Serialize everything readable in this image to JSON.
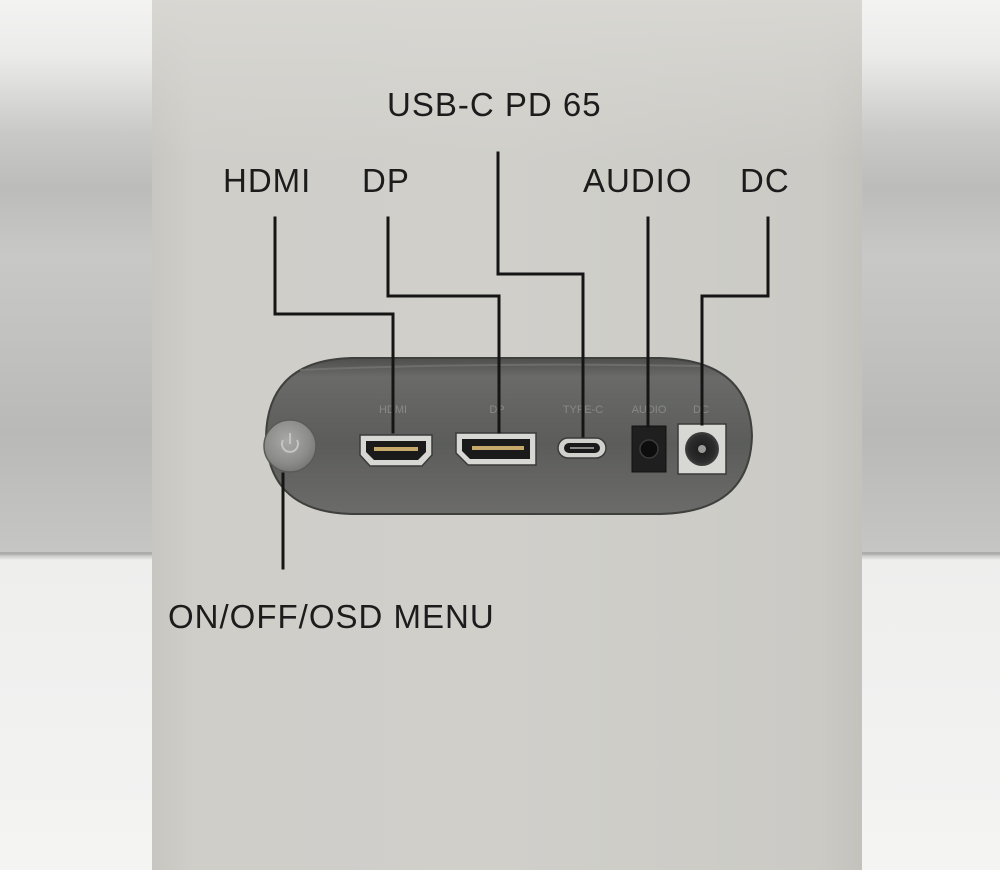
{
  "labels": {
    "usbc": "USB-C PD 65",
    "hdmi": "HDMI",
    "dp": "DP",
    "audio": "AUDIO",
    "dc": "DC",
    "power": "ON/OFF/OSD MENU"
  },
  "port_print": {
    "hdmi": "HDMI",
    "dp": "DP",
    "typec": "TYPE-C",
    "audio": "AUDIO",
    "dc": "DC"
  },
  "colors": {
    "panel": "#5f605e",
    "text": "#1c1c1c",
    "stand": "#d0cfca",
    "wall": "#c2c2c0"
  }
}
